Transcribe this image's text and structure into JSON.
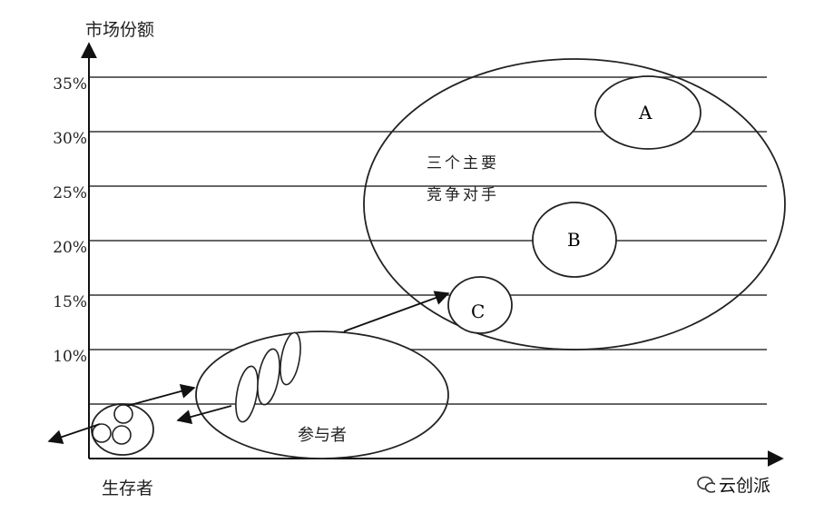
{
  "axes": {
    "y_label": "市场份额",
    "y_ticks": [
      "10%",
      "15%",
      "20%",
      "25%",
      "30%",
      "35%"
    ]
  },
  "groups": {
    "survivors": "生存者",
    "participants": "参与者",
    "main_competitors_line1": "三个主要",
    "main_competitors_line2": "竞争对手"
  },
  "bubbles": {
    "a": "A",
    "b": "B",
    "c": "C"
  },
  "watermark": "云创派"
}
